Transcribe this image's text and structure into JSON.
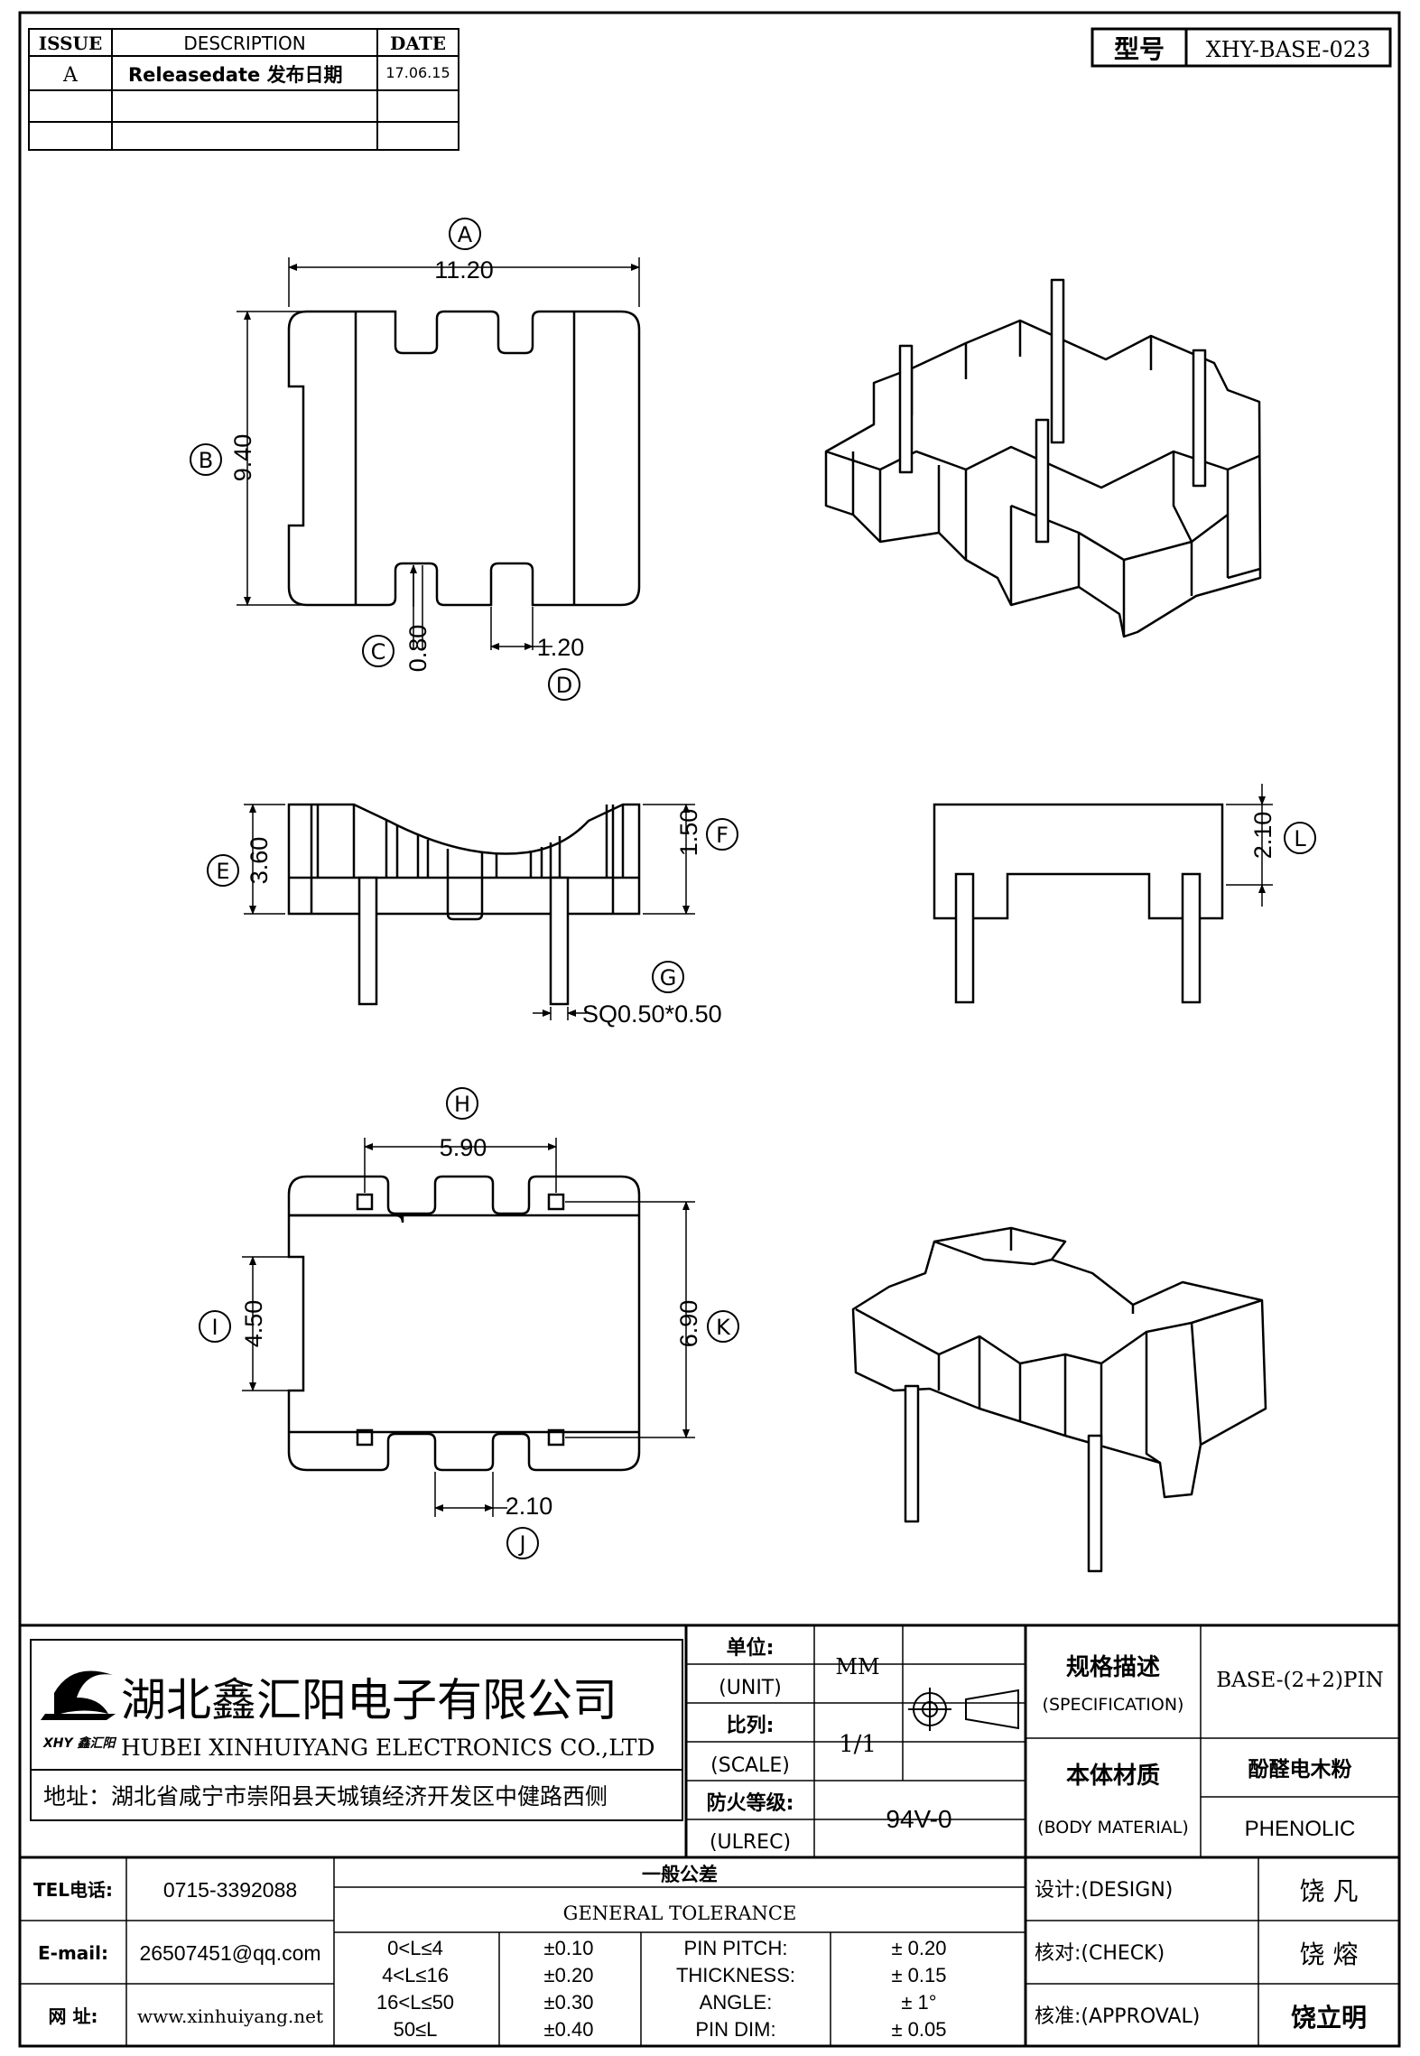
{
  "revision_table": {
    "headers": [
      "ISSUE",
      "DESCRIPTION",
      "DATE"
    ],
    "rows": [
      {
        "issue": "A",
        "description": "Releasedate 发布日期",
        "date": "17.06.15"
      }
    ]
  },
  "model_box": {
    "label": "型号",
    "value": "XHY-BASE-023"
  },
  "dimensions": {
    "A": {
      "letter": "A",
      "value": "11.20"
    },
    "B": {
      "letter": "B",
      "value": "9.40"
    },
    "C": {
      "letter": "C",
      "value": "0.80"
    },
    "D": {
      "letter": "D",
      "value": "1.20"
    },
    "E": {
      "letter": "E",
      "value": "3.60"
    },
    "F": {
      "letter": "F",
      "value": "1.50"
    },
    "G": {
      "letter": "G",
      "value": "SQ0.50*0.50"
    },
    "L": {
      "letter": "L",
      "value": "2.10"
    },
    "H": {
      "letter": "H",
      "value": "5.90"
    },
    "I": {
      "letter": "I",
      "value": "4.50"
    },
    "K": {
      "letter": "K",
      "value": "6.90"
    },
    "J": {
      "letter": "J",
      "value": "2.10"
    }
  },
  "company": {
    "name_cn": "湖北鑫汇阳电子有限公司",
    "name_en": "HUBEI XINHUIYANG ELECTRONICS CO.,LTD",
    "logo_text": "XHY 鑫汇阳",
    "address": "地址：湖北省咸宁市崇阳县天城镇经济开发区中健路西侧"
  },
  "title_block": {
    "unit_label_cn": "单位:",
    "unit_label_en": "(UNIT)",
    "unit_value": "MM",
    "scale_label_cn": "比列:",
    "scale_label_en": "(SCALE)",
    "scale_value": "1/1",
    "fire_label_cn": "防火等级:",
    "fire_label_en": "(ULREC)",
    "fire_value": "94V-0",
    "spec_label_cn": "规格描述",
    "spec_label_en": "(SPECIFICATION)",
    "spec_value": "BASE-(2+2)PIN",
    "material_label_cn": "本体材质",
    "material_label_en": "(BODY MATERIAL)",
    "material_value_cn": "酚醛电木粉",
    "material_value_en": "PHENOLIC"
  },
  "contact": {
    "tel_label": "TEL电话:",
    "tel_value": "0715-3392088",
    "email_label": "E-mail:",
    "email_value": "26507451@qq.com",
    "web_label": "网  址:",
    "web_value": "www.xinhuiyang.net"
  },
  "tolerance": {
    "title_cn": "一般公差",
    "title_en": "GENERAL TOLERANCE",
    "rows": [
      {
        "range": "0<L≤4",
        "tol": "±0.10",
        "item": "PIN PITCH:",
        "value": "±  0.20"
      },
      {
        "range": "4<L≤16",
        "tol": "±0.20",
        "item": "THICKNESS:",
        "value": "±  0.15"
      },
      {
        "range": "16<L≤50",
        "tol": "±0.30",
        "item": "ANGLE:",
        "value": "±  1°"
      },
      {
        "range": "50≤L",
        "tol": "±0.40",
        "item": "PIN DIM:",
        "value": "±  0.05"
      }
    ]
  },
  "approvals": [
    {
      "label": "设计:(DESIGN)",
      "name": "饶  凡"
    },
    {
      "label": "核对:(CHECK)",
      "name": "饶  熔"
    },
    {
      "label": "核准:(APPROVAL)",
      "name": "饶立明"
    }
  ]
}
